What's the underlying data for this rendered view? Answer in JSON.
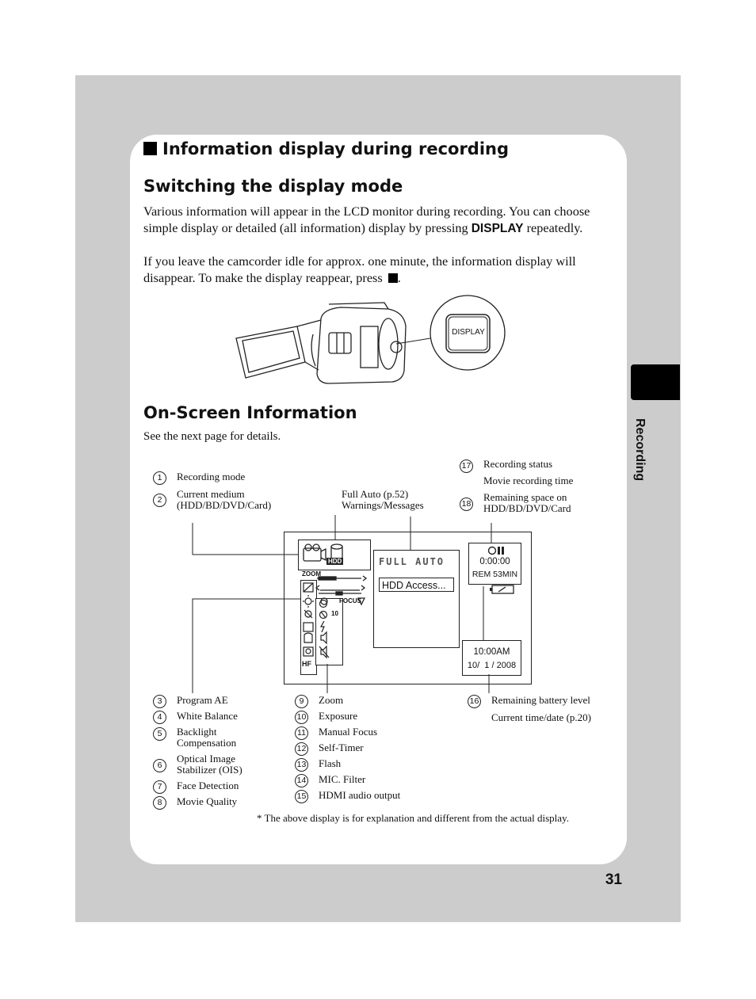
{
  "side_label": "Recording",
  "page_number": "31",
  "heading_main": "Information display during recording",
  "heading_switch": "Switching the display mode",
  "para1_a": "Various information will appear in the LCD monitor during recording. You can choose simple display or detailed (all information) display by pressing ",
  "para1_btn": "DISPLAY",
  "para1_b": " repeatedly.",
  "para2_a": "If you leave the camcorder idle for approx. one minute, the information display will disappear. To make the display reappear, press ",
  "para2_b": ".",
  "display_button_label": "DISPLAY",
  "heading_onscreen": "On-Screen Information",
  "see_next": "See the next page for details.",
  "callouts_top": [
    {
      "num": "1",
      "text": "Recording mode"
    },
    {
      "num": "2",
      "text": "Current medium\n(HDD/BD/DVD/Card)"
    },
    {
      "num": "",
      "text": "Full Auto (p.52)\nWarnings/Messages"
    },
    {
      "num": "17",
      "text": "Recording status"
    },
    {
      "num": "",
      "text": "Movie recording time"
    },
    {
      "num": "18",
      "text": "Remaining space on\nHDD/BD/DVD/Card"
    }
  ],
  "callouts_left": [
    {
      "num": "3",
      "text": "Program AE"
    },
    {
      "num": "4",
      "text": "White Balance"
    },
    {
      "num": "5",
      "text": "Backlight\nCompensation"
    },
    {
      "num": "6",
      "text": "Optical Image\nStabilizer (OIS)"
    },
    {
      "num": "7",
      "text": "Face Detection"
    },
    {
      "num": "8",
      "text": "Movie Quality"
    }
  ],
  "callouts_mid": [
    {
      "num": "9",
      "text": "Zoom"
    },
    {
      "num": "10",
      "text": "Exposure"
    },
    {
      "num": "11",
      "text": "Manual Focus"
    },
    {
      "num": "12",
      "text": "Self-Timer"
    },
    {
      "num": "13",
      "text": "Flash"
    },
    {
      "num": "14",
      "text": "MIC. Filter"
    },
    {
      "num": "15",
      "text": "HDMI audio output"
    }
  ],
  "callouts_right": [
    {
      "num": "16",
      "text": "Remaining battery level"
    },
    {
      "num": "",
      "text": "Current time/date (p.20)"
    }
  ],
  "lcd": {
    "full_auto": "FULL AUTO",
    "hdd_access": "HDD Access...",
    "rec_time": "0:00:00",
    "rem": "REM 53MIN",
    "clock": "10:00AM",
    "date": "10/  1 / 2008",
    "hdd_tag": "HDD",
    "focus_tag": "FOCUS",
    "zoom_tag": "ZOOM",
    "hf_tag": "HF",
    "timer_tag": "10"
  },
  "footnote": "*   The above display is for explanation and different from the actual display."
}
